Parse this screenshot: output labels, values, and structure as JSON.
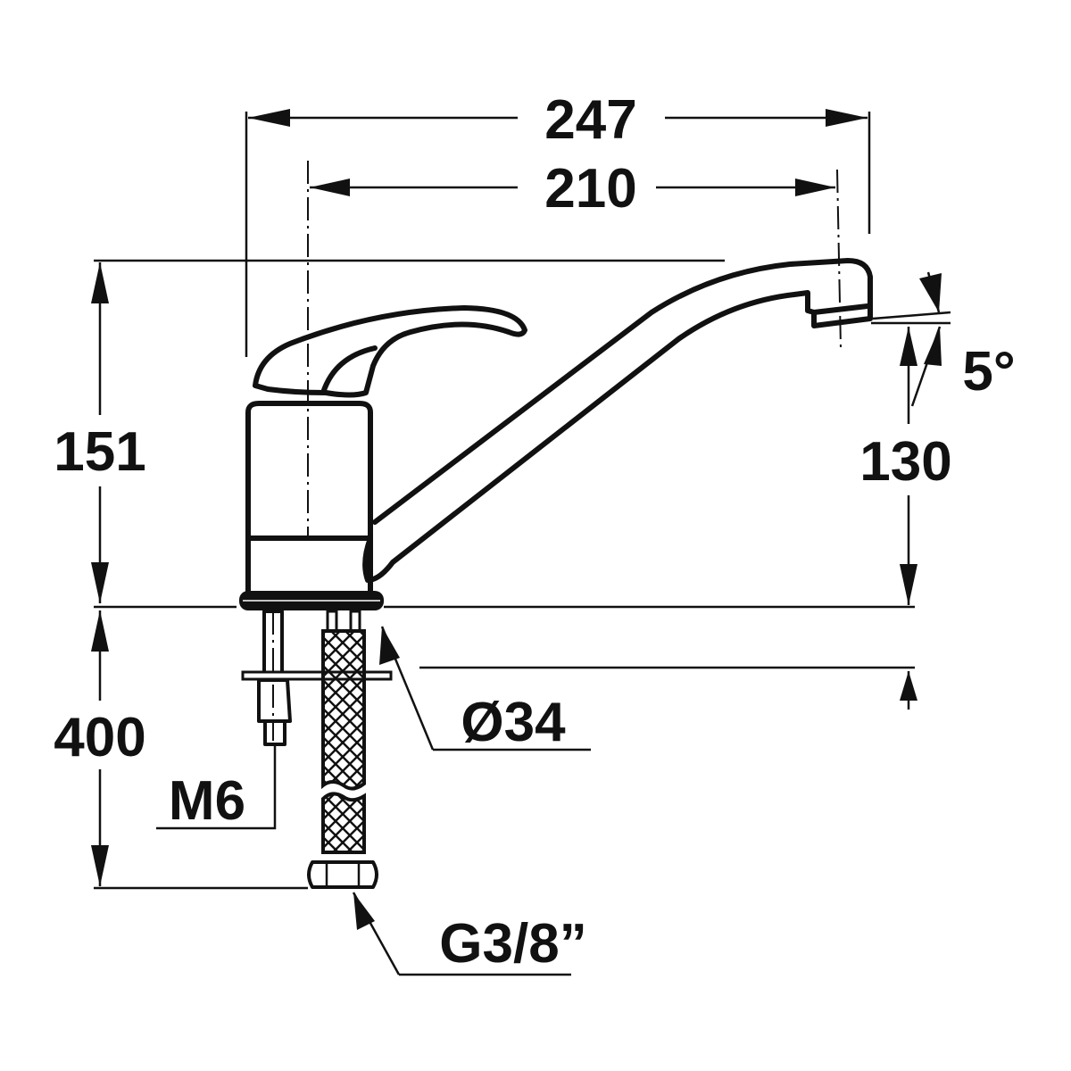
{
  "title": "Single-lever kitchen faucet dimension drawing",
  "dimensions": {
    "overall_length": "247",
    "spout_reach": "210",
    "overall_height": "151",
    "spout_height": "130",
    "spout_angle": "5°",
    "hose_length": "400",
    "base_diameter": "Ø34",
    "stud_thread": "M6",
    "connection_thread": "G3/8”"
  },
  "colors": {
    "line": "#111111",
    "background": "#ffffff"
  }
}
